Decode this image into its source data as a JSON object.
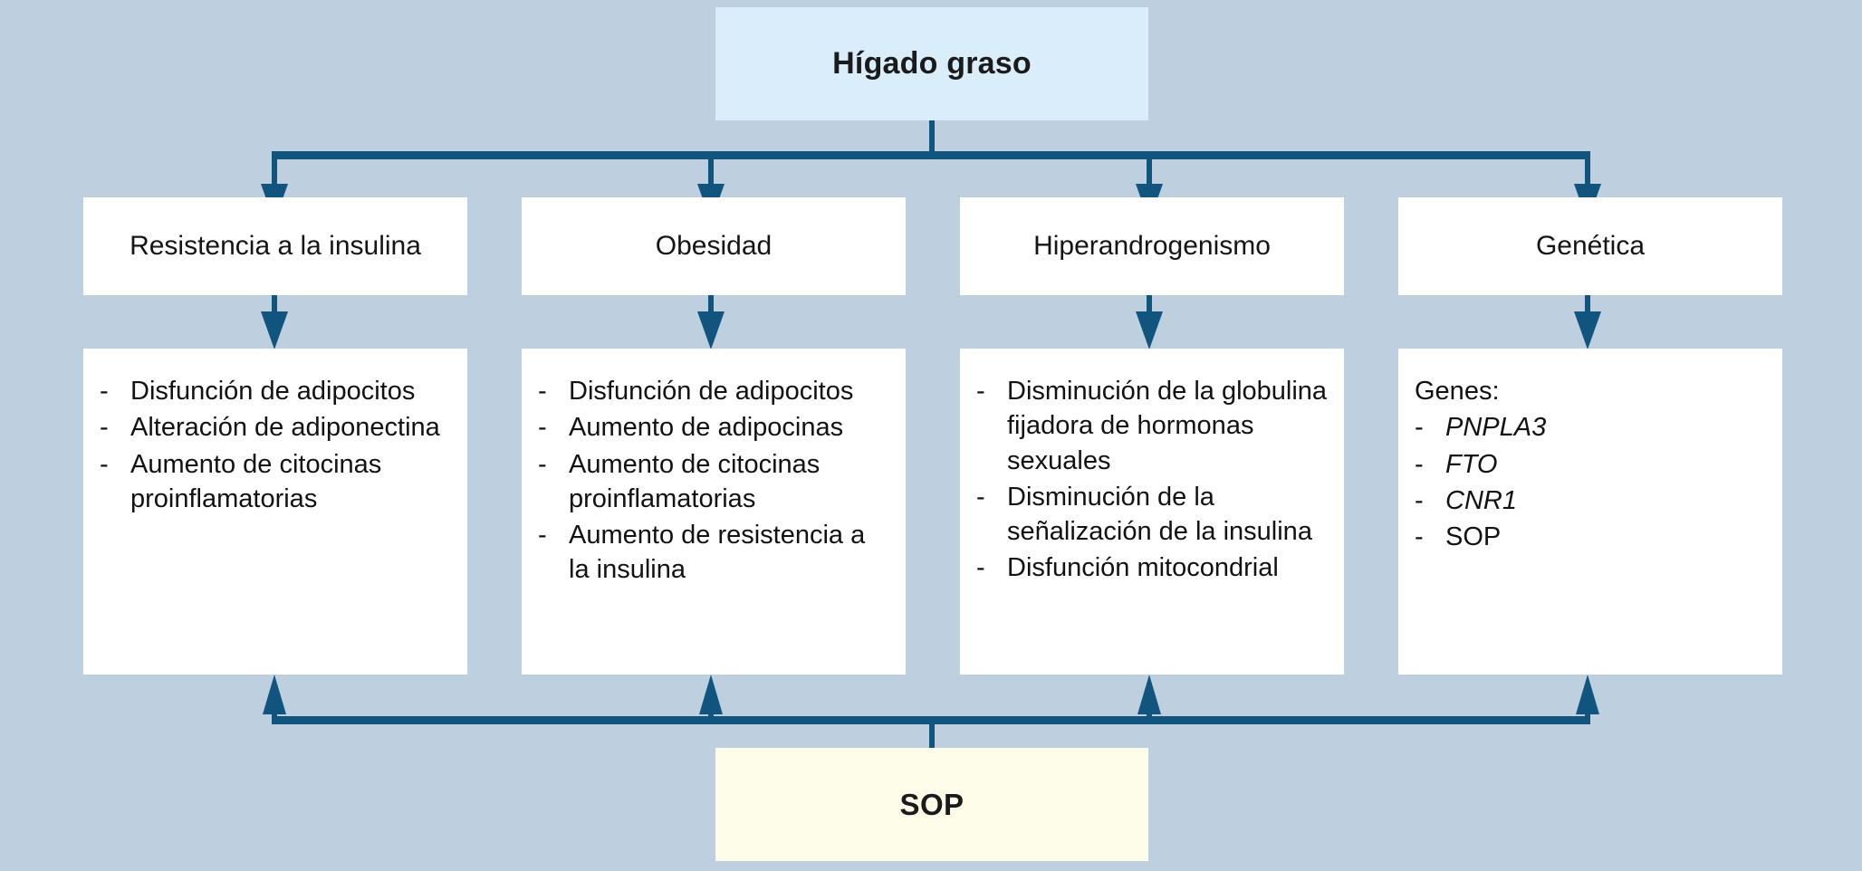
{
  "diagram": {
    "title": "Hígado graso",
    "root": {
      "label": "Hígado graso"
    },
    "footer": {
      "label": "SOP"
    },
    "colors": {
      "background": "#bed0e0",
      "root_fill": "#d9edfa",
      "footer_fill": "#fdfdea",
      "box_fill": "#ffffff",
      "connector": "#11547e",
      "text": "#121212"
    },
    "columns": [
      {
        "category": "Resistencia a la insulina",
        "heading": "",
        "items": [
          {
            "text": "Disfunción de adipocitos",
            "italic": false
          },
          {
            "text": "Alteración de adiponectina",
            "italic": false
          },
          {
            "text": "Aumento de citocinas proinflamatorias",
            "italic": false
          }
        ]
      },
      {
        "category": "Obesidad",
        "heading": "",
        "items": [
          {
            "text": "Disfunción de adipocitos",
            "italic": false
          },
          {
            "text": "Aumento de adipocinas",
            "italic": false
          },
          {
            "text": "Aumento de citocinas proinflamatorias",
            "italic": false
          },
          {
            "text": "Aumento de resistencia a la insulina",
            "italic": false
          }
        ]
      },
      {
        "category": "Hiperandrogenismo",
        "heading": "",
        "items": [
          {
            "text": "Disminución de la globulina fijadora de hormonas sexuales",
            "italic": false
          },
          {
            "text": "Disminución de la señalización de la insulina",
            "italic": false
          },
          {
            "text": "Disfunción mitocondrial",
            "italic": false
          }
        ]
      },
      {
        "category": "Genética",
        "heading": "Genes:",
        "items": [
          {
            "text": "PNPLA3",
            "italic": true
          },
          {
            "text": "FTO",
            "italic": true
          },
          {
            "text": "CNR1",
            "italic": true
          },
          {
            "text": "SOP",
            "italic": false
          }
        ]
      }
    ],
    "bullet_marker": "-"
  }
}
